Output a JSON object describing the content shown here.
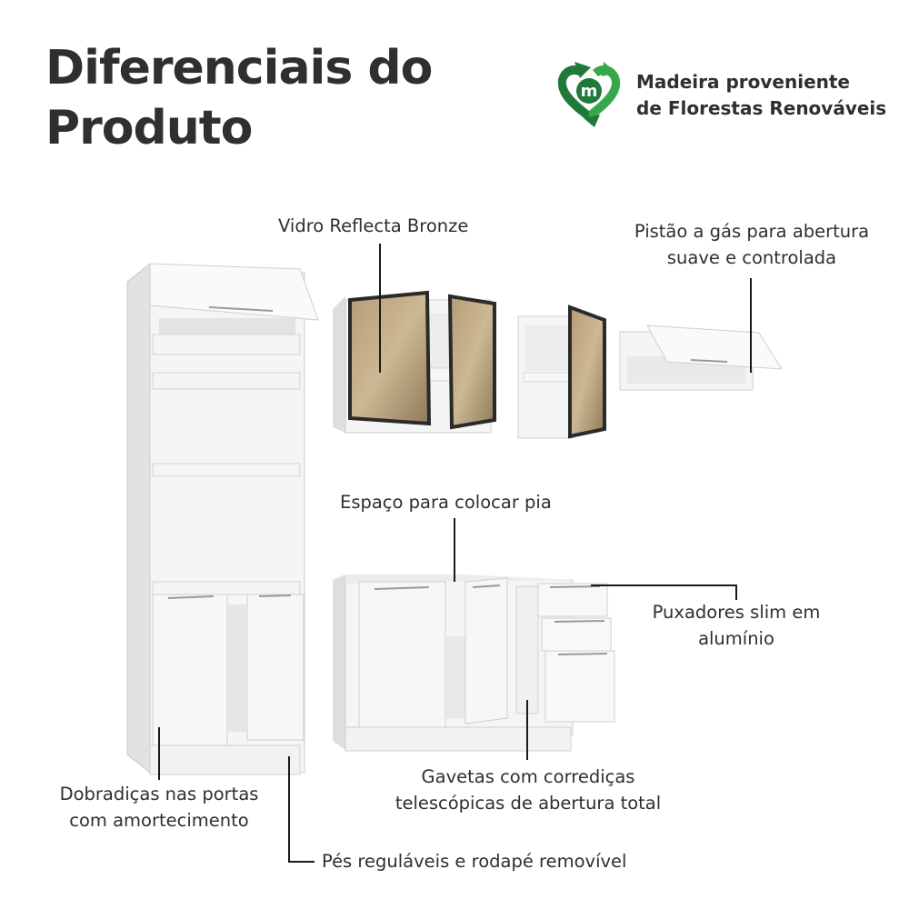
{
  "title_line1": "Diferenciais do",
  "title_line2": "Produto",
  "badge": {
    "icon": "recycle-m-heart-icon",
    "line1": "Madeira proveniente",
    "line2": "de Florestas Renováveis",
    "color_dark": "#1f7a3a",
    "color_light": "#36a84a"
  },
  "callouts": {
    "glass": "Vidro Reflecta Bronze",
    "piston_line1": "Pistão a gás para abertura",
    "piston_line2": "suave e controlada",
    "sink": "Espaço para colocar pia",
    "handles_line1": "Puxadores slim em",
    "handles_line2": "alumínio",
    "drawers_line1": "Gavetas com corrediças",
    "drawers_line2": "telescópicas de abertura total",
    "hinges_line1": "Dobradiças nas portas",
    "hinges_line2": "com amortecimento",
    "feet": "Pés reguláveis e rodapé removível"
  },
  "colors": {
    "cabinet": "#f4f4f4",
    "cabinet_shade": "#dcdcdc",
    "glass": "#a8916c",
    "frame": "#2a2a2a",
    "line": "#1a1a1a"
  }
}
